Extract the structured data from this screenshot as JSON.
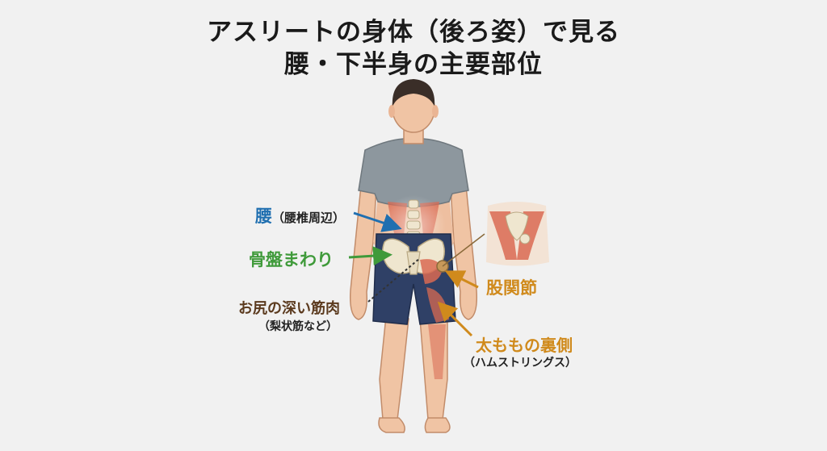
{
  "title": {
    "line1": "アスリートの身体（後ろ姿）で見る",
    "line2": "腰・下半身の主要部位"
  },
  "labels": {
    "waist": {
      "main": "腰",
      "sub": "（腰椎周辺）"
    },
    "pelvis": {
      "main": "骨盤まわり"
    },
    "deep_glute": {
      "main": "お尻の深い筋肉",
      "sub": "（梨状筋など）"
    },
    "hip_joint": {
      "main": "股関節"
    },
    "hamstrings": {
      "main": "太ももの裏側",
      "sub": "（ハムストリングス）"
    }
  },
  "colors": {
    "waist": "#1f6fb0",
    "pelvis": "#3f9a3a",
    "deep_glute": "#5b3a1e",
    "hip_joint": "#d08a1c",
    "hamstrings": "#d08a1c",
    "shirt": "#8d979e",
    "shorts": "#2f4066",
    "skin": "#f0c4a4",
    "muscle": "#d96a52"
  }
}
